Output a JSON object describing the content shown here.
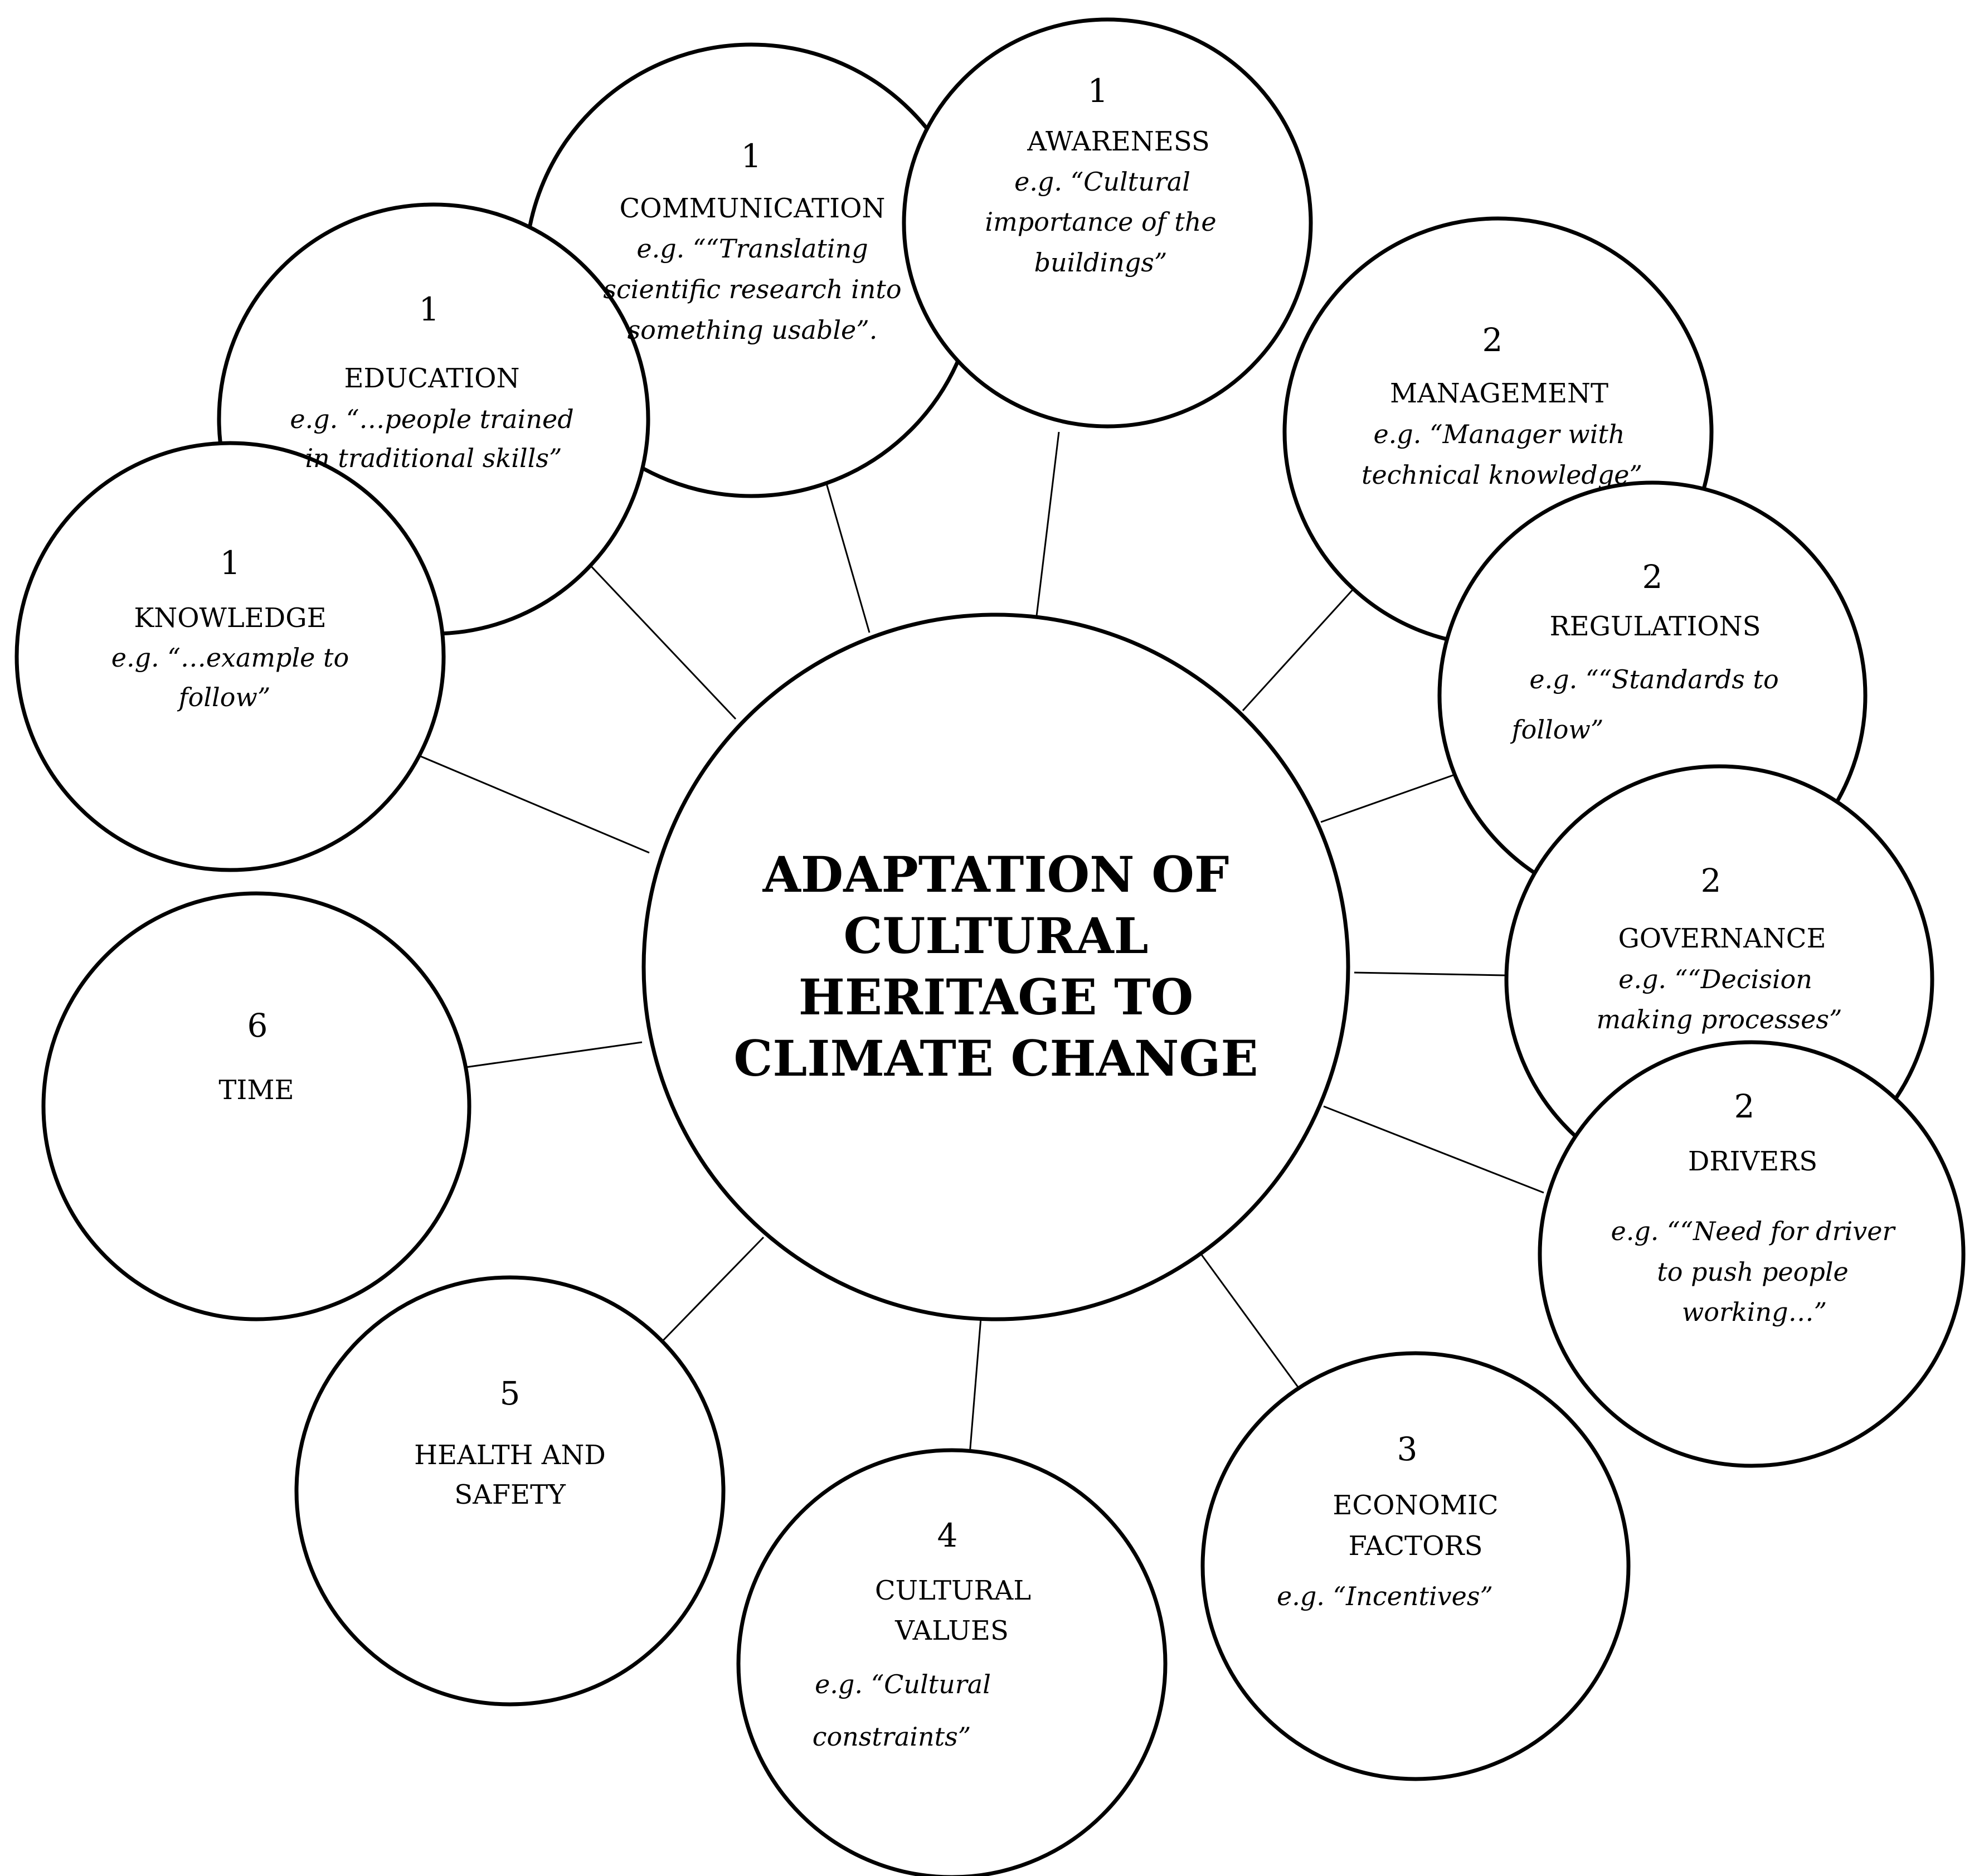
{
  "center": {
    "lines": [
      "ADAPTATION OF",
      "CULTURAL",
      "HERITAGE TO",
      "CLIMATE CHANGE"
    ]
  },
  "nodes": [
    {
      "id": "knowledge",
      "number": "1",
      "label": [
        "KNOWLEDGE"
      ],
      "example": [
        "e.g. “…example to",
        "follow”"
      ]
    },
    {
      "id": "education",
      "number": "1",
      "label": [
        "EDUCATION"
      ],
      "example": [
        "e.g. “…people trained",
        "in traditional skills”"
      ]
    },
    {
      "id": "communication",
      "number": "1",
      "label": [
        "COMMUNICATION"
      ],
      "example": [
        "e.g. ““Translating",
        "scientific research into",
        "something usable”."
      ]
    },
    {
      "id": "awareness",
      "number": "1",
      "label": [
        "AWARENESS"
      ],
      "example": [
        "e.g. “Cultural",
        "importance of the",
        "buildings”"
      ]
    },
    {
      "id": "management",
      "number": "2",
      "label": [
        "MANAGEMENT"
      ],
      "example": [
        "e.g. “Manager with",
        "technical knowledge”"
      ]
    },
    {
      "id": "regulations",
      "number": "2",
      "label": [
        "REGULATIONS"
      ],
      "example": [
        "e.g. ““Standards to",
        "follow”"
      ]
    },
    {
      "id": "governance",
      "number": "2",
      "label": [
        "GOVERNANCE"
      ],
      "example": [
        "e.g. ““Decision",
        "making processes”"
      ]
    },
    {
      "id": "drivers",
      "number": "2",
      "label": [
        "DRIVERS"
      ],
      "example": [
        "e.g. ““Need for driver",
        "to push people",
        "working…”"
      ]
    },
    {
      "id": "economic",
      "number": "3",
      "label": [
        "ECONOMIC",
        "FACTORS"
      ],
      "example": [
        "e.g. “Incentives”"
      ]
    },
    {
      "id": "cultural-values",
      "number": "4",
      "label": [
        "CULTURAL",
        "VALUES"
      ],
      "example": [
        "e.g. “Cultural",
        "constraints”"
      ]
    },
    {
      "id": "health-safety",
      "number": "5",
      "label": [
        "HEALTH AND",
        "SAFETY"
      ],
      "example": []
    },
    {
      "id": "time",
      "number": "6",
      "label": [
        "TIME"
      ],
      "example": []
    }
  ]
}
